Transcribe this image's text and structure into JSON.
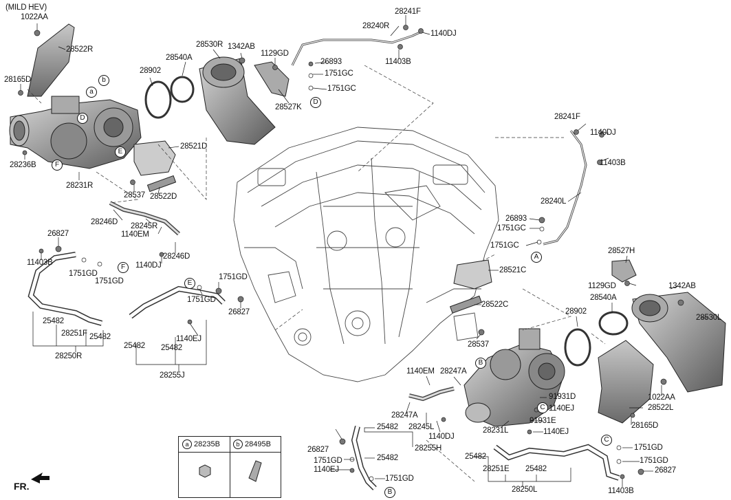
{
  "variant": "(MILD HEV)",
  "legend": {
    "a": "28235B",
    "b": "28495B"
  },
  "front_marker": "FR.",
  "labels": {
    "l1022aa_r": "1022AA",
    "l28522r": "28522R",
    "l28165d_r": "28165D",
    "l28236b": "28236B",
    "l28231r": "28231R",
    "l28902_r": "28902",
    "l28540a_r": "28540A",
    "l28530r": "28530R",
    "l1342ab_r": "1342AB",
    "l1129gd_r": "1129GD",
    "l26893_r": "26893",
    "l1751gc_r1": "1751GC",
    "l1751gc_r2": "1751GC",
    "l28527k": "28527K",
    "l28241f_r": "28241F",
    "l28240r": "28240R",
    "l1140dj_r": "1140DJ",
    "l11403b_r": "11403B",
    "l28521d": "28521D",
    "l28537_r": "28537",
    "l28522d": "28522D",
    "l28246d_r1": "28246D",
    "l28245r": "28245R",
    "l1140em_r": "1140EM",
    "l28246d_r2": "28246D",
    "l1140dj_r2": "1140DJ",
    "l26827_r": "26827",
    "l11403b_r2": "11403B",
    "l1751gd_r1": "1751GD",
    "l1751gd_r2": "1751GD",
    "l25482_r1": "25482",
    "l28251f": "28251F",
    "l25482_r2": "25482",
    "l28250r": "28250R",
    "l1751gd_j1": "1751GD",
    "l1751gd_j2": "1751GD",
    "l26827_j": "26827",
    "l1140ej_j": "1140EJ",
    "l25482_j1": "25482",
    "l25482_j2": "25482",
    "l28255j": "28255J",
    "l28241f_l": "28241F",
    "l1140dj_l": "1140DJ",
    "l11403b_l": "11403B",
    "l28240l": "28240L",
    "l26893_l": "26893",
    "l1751gc_l1": "1751GC",
    "l1751gc_l2": "1751GC",
    "l28527h": "28527H",
    "l28521c": "28521C",
    "l1129gd_l": "1129GD",
    "l1342ab_l": "1342AB",
    "l28540a_l": "28540A",
    "l28530l": "28530L",
    "l28522c": "28522C",
    "l28902_l": "28902",
    "l28537_l": "28537",
    "l1140em_l": "1140EM",
    "l28247a_1": "28247A",
    "l28247a_2": "28247A",
    "l28245l": "28245L",
    "l1140dj_l2": "1140DJ",
    "l91931d": "91931D",
    "l1140ej_l1": "1140EJ",
    "l91931e": "91931E",
    "l28231l": "28231L",
    "l1140ej_l2": "1140EJ",
    "l1022aa_l": "1022AA",
    "l28522l": "28522L",
    "l28165d_l": "28165D",
    "l25482_h1": "25482",
    "l26827_h": "26827",
    "l28255h": "28255H",
    "l1751gd_h1": "1751GD",
    "l25482_h2": "25482",
    "l1140ej_h": "1140EJ",
    "l1751gd_h2": "1751GD",
    "l25482_l1": "25482",
    "l28251e": "28251E",
    "l25482_l2": "25482",
    "l28250l": "28250L",
    "l1751gd_l1": "1751GD",
    "l1751gd_l2": "1751GD",
    "l26827_l": "26827",
    "l11403b_l2": "11403B"
  },
  "callouts": {
    "c_b1": "b",
    "c_a1": "a",
    "c_d1": "D",
    "c_e1": "E",
    "c_f1": "F",
    "c_d2": "D",
    "c_f2": "F",
    "c_e2": "E",
    "c_a2": "A",
    "c_b2": "B",
    "c_c2": "C",
    "c_b3": "B",
    "c_c3": "C"
  }
}
